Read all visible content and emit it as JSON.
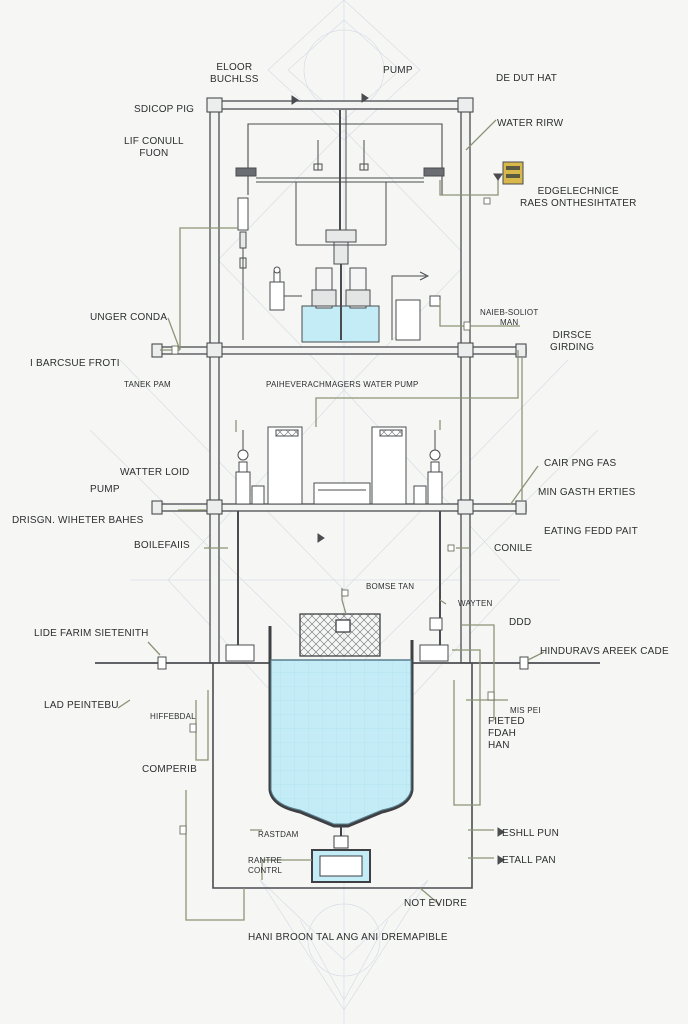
{
  "colors": {
    "frame": "#4a4c50",
    "leader": "#8d9476",
    "water": "#bfe9f5",
    "water_edge": "#5a7f8e",
    "accent": "#d8b84a",
    "bg_lines": "#d6dbe3"
  },
  "labels": {
    "floor_buckles": "ELOOR\nBUCHLSS",
    "pump_top": "PUMP",
    "de_dut_hat": "DE DUT HAT",
    "sdicop_pig": "SDICOP PIG",
    "water_ring": "WATER RIRW",
    "lif_conull": "LIF CONULL\nFUON",
    "edgelechnice": "EDGELECHNICE\nRAES ONTHESIHTATER",
    "unger_conda": "UNGER CONDA",
    "mid_label_right": "NAIEB-SOLIOT\nMAN",
    "dirsce_girding": "DIRSCE\nGIRDING",
    "barcsue_froti": "I BARCSUE FROTI",
    "tank_pam": "TANEK PAM",
    "center_caption": "PAIHEVERACHMAGERS WATER PUMP",
    "water_lod": "WATTER LOID",
    "pump_left": "PUMP",
    "cair_png": "CAIR PNG FAS",
    "design_water": "DRISGN. WIHETER BAHES",
    "min_gasth": "MIN GASTH ERTIES",
    "eating_fedd": "EATING FEDD PAIT",
    "boilefans": "BOILEFAIIS",
    "conile": "CONILE",
    "bomse_tan": "BOMSE TAN",
    "wayten": "WAYTEN",
    "ddd": "DDD",
    "lide_farm": "LIDE FARIM SIETENITH",
    "hindurays": "HINDURAVS AREEK CADE",
    "lad_pentebu": "LAD PEINTEBU",
    "hiffebdal": "HIFFEBDAL",
    "mis_pei": "MIS PEI",
    "fieted_fdah": "FIETED\nFDAH\nHAN",
    "comperib": "COMPERIB",
    "eshll_pun": "ESHLL PUN",
    "rastdam": "RASTDAM",
    "eiall_pan": "ETALL PAN",
    "rantre_contrl": "RANTRE\nCONTRL",
    "not_evidre": "NOT EVIDRE",
    "footer_caption": "HANI BROON TAL ANG ANI DREMAPIBLE"
  }
}
